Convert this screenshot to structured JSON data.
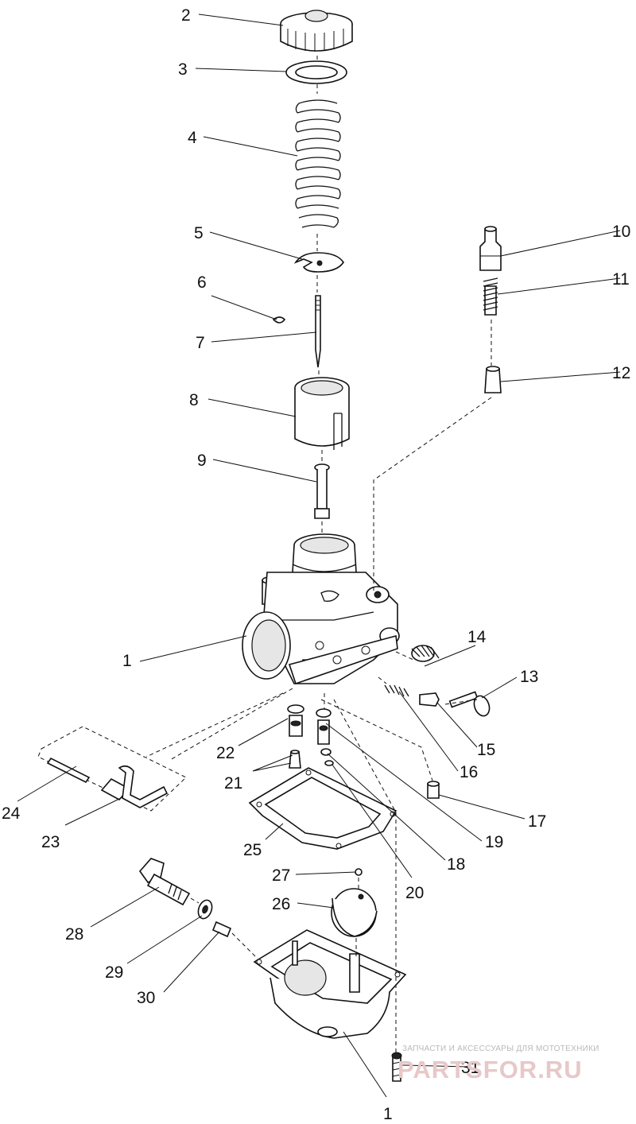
{
  "figure": {
    "type": "exploded-parts-diagram",
    "callouts": [
      "1",
      "2",
      "3",
      "4",
      "5",
      "6",
      "7",
      "8",
      "9",
      "10",
      "11",
      "12",
      "13",
      "14",
      "15",
      "16",
      "17",
      "18",
      "19",
      "20",
      "21",
      "22",
      "23",
      "24",
      "25",
      "26",
      "27",
      "28",
      "29",
      "30",
      "31",
      "1"
    ]
  },
  "watermark": {
    "tagline": "ЗАПЧАСТИ И АКСЕССУАРЫ ДЛЯ МОТОТЕХНИКИ",
    "logo": "PARTSFOR.RU"
  },
  "colors": {
    "ink": "#111111",
    "watermark_logo": "#e7c8c8",
    "watermark_text": "#b9b9b9"
  }
}
